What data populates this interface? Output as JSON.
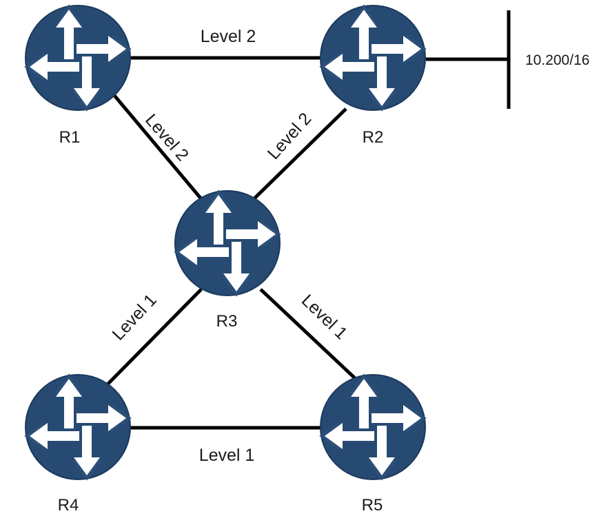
{
  "colors": {
    "router_body": "#264a72",
    "router_arrows": "#ffffff",
    "line": "#000000",
    "text": "#1a1a1a"
  },
  "routers": [
    {
      "id": "r1",
      "label": "R1",
      "icon": "router-icon"
    },
    {
      "id": "r2",
      "label": "R2",
      "icon": "router-icon"
    },
    {
      "id": "r3",
      "label": "R3",
      "icon": "router-icon"
    },
    {
      "id": "r4",
      "label": "R4",
      "icon": "router-icon"
    },
    {
      "id": "r5",
      "label": "R5",
      "icon": "router-icon"
    }
  ],
  "links": [
    {
      "from": "R1",
      "to": "R2",
      "label": "Level 2"
    },
    {
      "from": "R1",
      "to": "R3",
      "label": "Level 2"
    },
    {
      "from": "R2",
      "to": "R3",
      "label": "Level 2"
    },
    {
      "from": "R3",
      "to": "R4",
      "label": "Level 1"
    },
    {
      "from": "R3",
      "to": "R5",
      "label": "Level 1"
    },
    {
      "from": "R4",
      "to": "R5",
      "label": "Level 1"
    }
  ],
  "network": {
    "attached_to": "R2",
    "label": "10.200/16"
  }
}
